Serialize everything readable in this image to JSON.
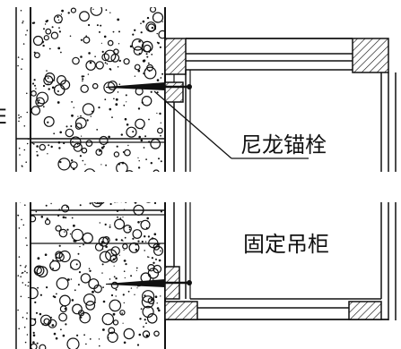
{
  "labels": {
    "anchor": "尼龙锚栓",
    "cabinet": "固定吊柜",
    "edge_fragment": "E"
  },
  "colors": {
    "ink": "#111111",
    "background": "#ffffff"
  }
}
